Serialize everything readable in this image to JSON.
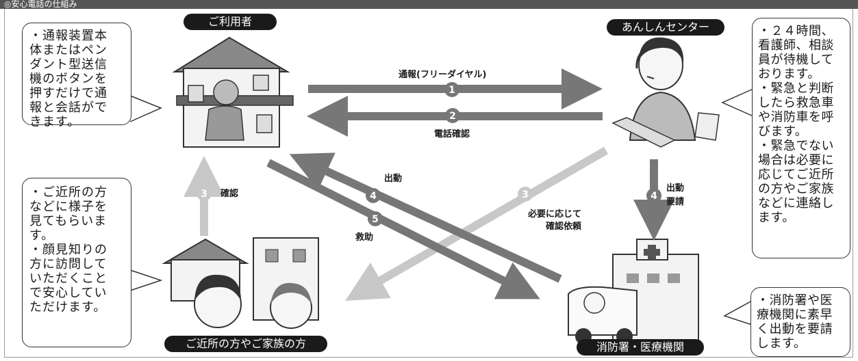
{
  "header": {
    "title": "◎安心電話の仕組み"
  },
  "nodes": {
    "user": "ご利用者",
    "center": "あんしんセンター",
    "neighbors": "ご近所の方やご家族の方",
    "emergency": "消防署・医療機関"
  },
  "notes": {
    "user": [
      "・通報装置本",
      "体またはペン",
      "ダント型送信",
      "機のボタンを",
      "押すだけで通",
      "報と会話がで",
      "きます。"
    ],
    "neighbors": [
      "・ご近所の方",
      "などに様子を",
      "見てもらいま",
      "す。",
      "・顔見知りの",
      "方に訪問して",
      "いただくこと",
      "で安心してい",
      "ただけます。"
    ],
    "center": [
      "・２４時間、",
      "看護師、相談",
      "員が待機して",
      "おります。",
      "・緊急と判断",
      "したら救急車",
      "や消防車を呼",
      "びます。",
      "・緊急でない",
      "場合は必要に",
      "応じてご近所",
      "の方やご家族",
      "などに連絡し",
      "ます。"
    ],
    "emergency": [
      "・消防署や医",
      "療機関に素早",
      "く出動を要請",
      "します。"
    ]
  },
  "flows": {
    "call": {
      "num": "1",
      "label": "通報(フリーダイヤル)"
    },
    "phone_confirm": {
      "num": "2",
      "label": "電話確認"
    },
    "confirm": {
      "num": "3",
      "label": "確認"
    },
    "request_confirm": {
      "num": "3",
      "label_line1": "必要に応じて",
      "label_line2": "確認依頼"
    },
    "dispatch": {
      "num": "4",
      "label": "出動"
    },
    "dispatch_request": {
      "num": "4",
      "label_line1": "出動",
      "label_line2": "要請"
    },
    "rescue": {
      "num": "5",
      "label": "救助"
    }
  },
  "colors": {
    "dark": "#777777",
    "light": "#c8c8c8",
    "pill": "#1a1a1a"
  }
}
